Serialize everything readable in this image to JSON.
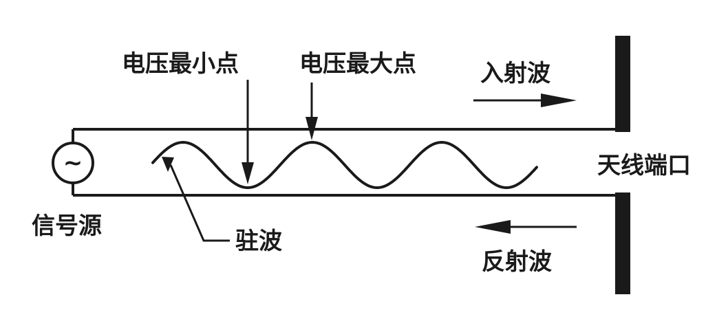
{
  "labels": {
    "voltage_min": "电压最小点",
    "voltage_max": "电压最大点",
    "incident_wave": "入射波",
    "reflected_wave": "反射波",
    "antenna_port": "天线端口",
    "signal_source": "信号源",
    "standing_wave": "驻波",
    "source_symbol": "~"
  },
  "colors": {
    "ink": "#1a1a1a",
    "background": "#ffffff"
  }
}
